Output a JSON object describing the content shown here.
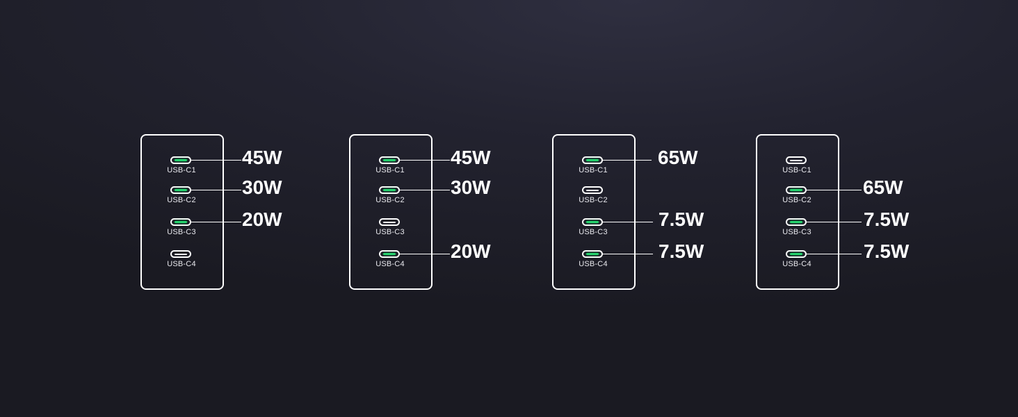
{
  "configurations": [
    {
      "ports": [
        {
          "label": "USB-C1",
          "active": true,
          "watt": "45W"
        },
        {
          "label": "USB-C2",
          "active": true,
          "watt": "30W"
        },
        {
          "label": "USB-C3",
          "active": true,
          "watt": "20W"
        },
        {
          "label": "USB-C4",
          "active": false,
          "watt": ""
        }
      ]
    },
    {
      "ports": [
        {
          "label": "USB-C1",
          "active": true,
          "watt": "45W"
        },
        {
          "label": "USB-C2",
          "active": true,
          "watt": "30W"
        },
        {
          "label": "USB-C3",
          "active": false,
          "watt": ""
        },
        {
          "label": "USB-C4",
          "active": true,
          "watt": "20W"
        }
      ]
    },
    {
      "ports": [
        {
          "label": "USB-C1",
          "active": true,
          "watt": "65W"
        },
        {
          "label": "USB-C2",
          "active": false,
          "watt": ""
        },
        {
          "label": "USB-C3",
          "active": true,
          "watt": "7.5W"
        },
        {
          "label": "USB-C4",
          "active": true,
          "watt": "7.5W"
        }
      ]
    },
    {
      "ports": [
        {
          "label": "USB-C1",
          "active": false,
          "watt": ""
        },
        {
          "label": "USB-C2",
          "active": true,
          "watt": "65W"
        },
        {
          "label": "USB-C3",
          "active": true,
          "watt": "7.5W"
        },
        {
          "label": "USB-C4",
          "active": true,
          "watt": "7.5W"
        }
      ]
    }
  ],
  "colors": {
    "active_port": "#22d06a",
    "outline": "#ffffff"
  }
}
